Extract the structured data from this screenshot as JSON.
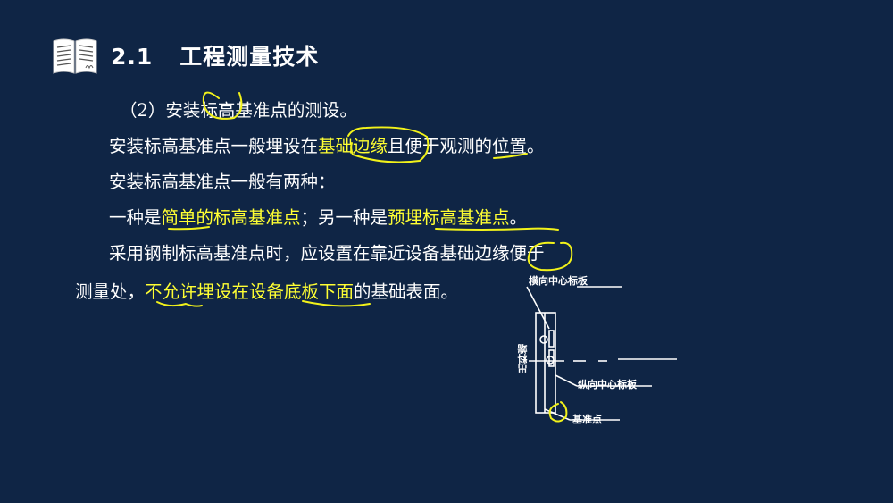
{
  "header": {
    "section_number": "2.1",
    "title": "工程测量技术",
    "icon": "book-icon"
  },
  "content": {
    "line1": "（2）安装标高基准点的测设。",
    "line2_a": "安装标高基准点一般埋设在",
    "line2_b": "基础边缘",
    "line2_c": "且便于观测的位置。",
    "line3": "安装标高基准点一般有两种：",
    "line4_a": "一种是",
    "line4_b": "简单的标高基准点",
    "line4_c": "；另一种是",
    "line4_d": "预埋标高基准点",
    "line4_e": "。",
    "line5": "采用钢制标高基准点时，应设置在靠近设备基础边缘便于",
    "line6_a": "测量处，",
    "line6_b": "不允许埋设在设备底板下面",
    "line6_c": "的基础表面。"
  },
  "figure": {
    "label_horizontal": "横向中心标板",
    "label_vertical": "纵向中心标板",
    "label_benchmark": "基准点",
    "label_outlet": "出料端"
  },
  "colors": {
    "background": "#0f2545",
    "text": "#ffffff",
    "highlight_text": "#ffff33",
    "annotation_ink": "#f2f21a"
  }
}
